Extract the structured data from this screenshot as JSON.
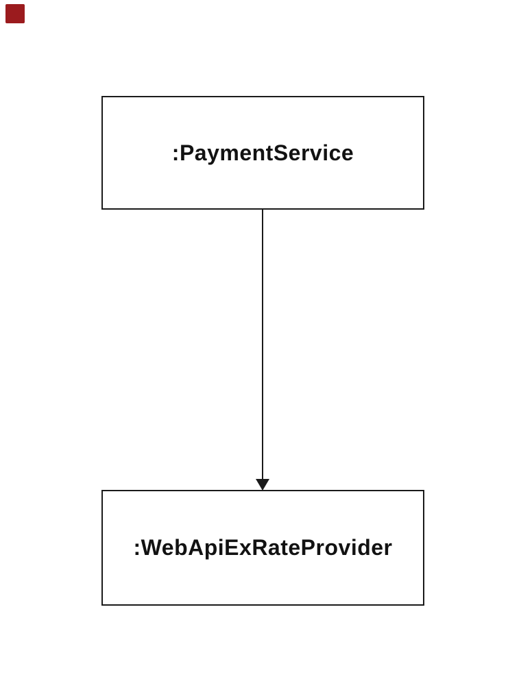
{
  "page": {
    "background_color": "#ffffff",
    "corner_marker_color": "#9b1b1e"
  },
  "diagram": {
    "type": "uml-object-dependency-diagram",
    "stroke_color": "#1a1a1a",
    "text_color": "#121212",
    "nodes": [
      {
        "label": ":PaymentService"
      },
      {
        "label": ":WebApiExRateProvider"
      }
    ],
    "edge": {
      "from": ":PaymentService",
      "to": ":WebApiExRateProvider",
      "direction": "down",
      "line_style": "solid",
      "arrowhead": "filled-triangle"
    }
  }
}
